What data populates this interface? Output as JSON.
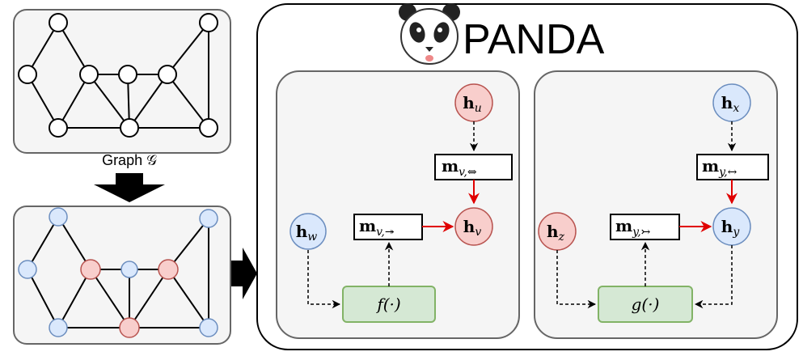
{
  "title": "PANDA",
  "graph_caption": "Graph 𝒢",
  "colors": {
    "panel_fill": "#f5f5f5",
    "panel_stroke": "#666666",
    "node_white": "#ffffff",
    "node_blue": "#dae8fc",
    "node_blue_stroke": "#6c8ebf",
    "node_red": "#f8cecc",
    "node_red_stroke": "#b85450",
    "func_fill": "#d5e8d4",
    "func_stroke": "#82b366",
    "edge_red": "#e00000"
  },
  "left_panel": {
    "h_top": "u",
    "h_target": "v",
    "h_side": "w",
    "message_sub": "v,↠",
    "message_top_sub": "v,⇔",
    "function": "f(·)"
  },
  "right_panel": {
    "h_top": "x",
    "h_target": "y",
    "h_side": "z",
    "message_sub": "y,↣",
    "message_top_sub": "y,↔",
    "function": "g(·)"
  },
  "icons": [
    "panda-icon",
    "arrow-down-icon",
    "arrow-right-icon"
  ]
}
